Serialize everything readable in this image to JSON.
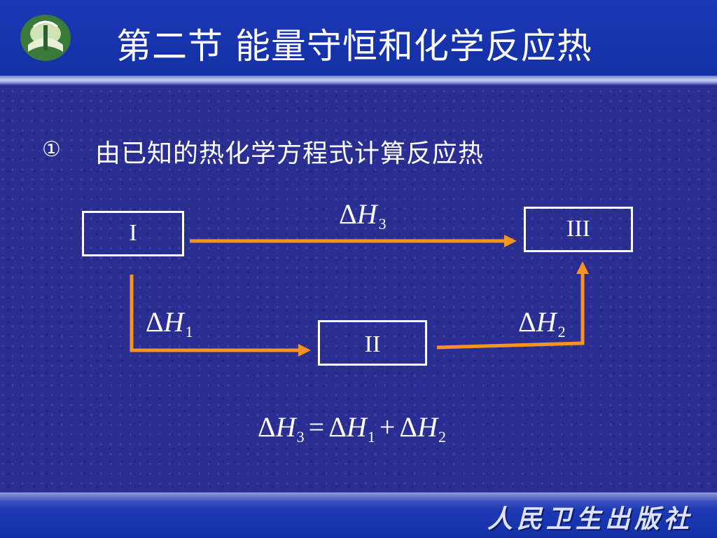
{
  "header": {
    "title": "第二节  能量守恒和化学反应热"
  },
  "content": {
    "bullet_marker": "①",
    "bullet_text": "由已知的热化学方程式计算反应热"
  },
  "diagram": {
    "states": {
      "s1": "I",
      "s2": "II",
      "s3": "III"
    },
    "edges": {
      "dh3": {
        "delta": "Δ",
        "var": "H",
        "sub": "3"
      },
      "dh1": {
        "delta": "Δ",
        "var": "H",
        "sub": "1"
      },
      "dh2": {
        "delta": "Δ",
        "var": "H",
        "sub": "2"
      }
    },
    "arrow_color": "#f5941e"
  },
  "equation": {
    "lhs_sub": "3",
    "equals": "=",
    "term1_sub": "1",
    "plus": "+",
    "term2_sub": "2",
    "delta": "Δ",
    "var": "H"
  },
  "footer": {
    "publisher": "人民卫生出版社"
  },
  "colors": {
    "background": "#2a2e92",
    "header": "#1c38b4",
    "text": "#ffffff",
    "arrow": "#f5941e"
  }
}
